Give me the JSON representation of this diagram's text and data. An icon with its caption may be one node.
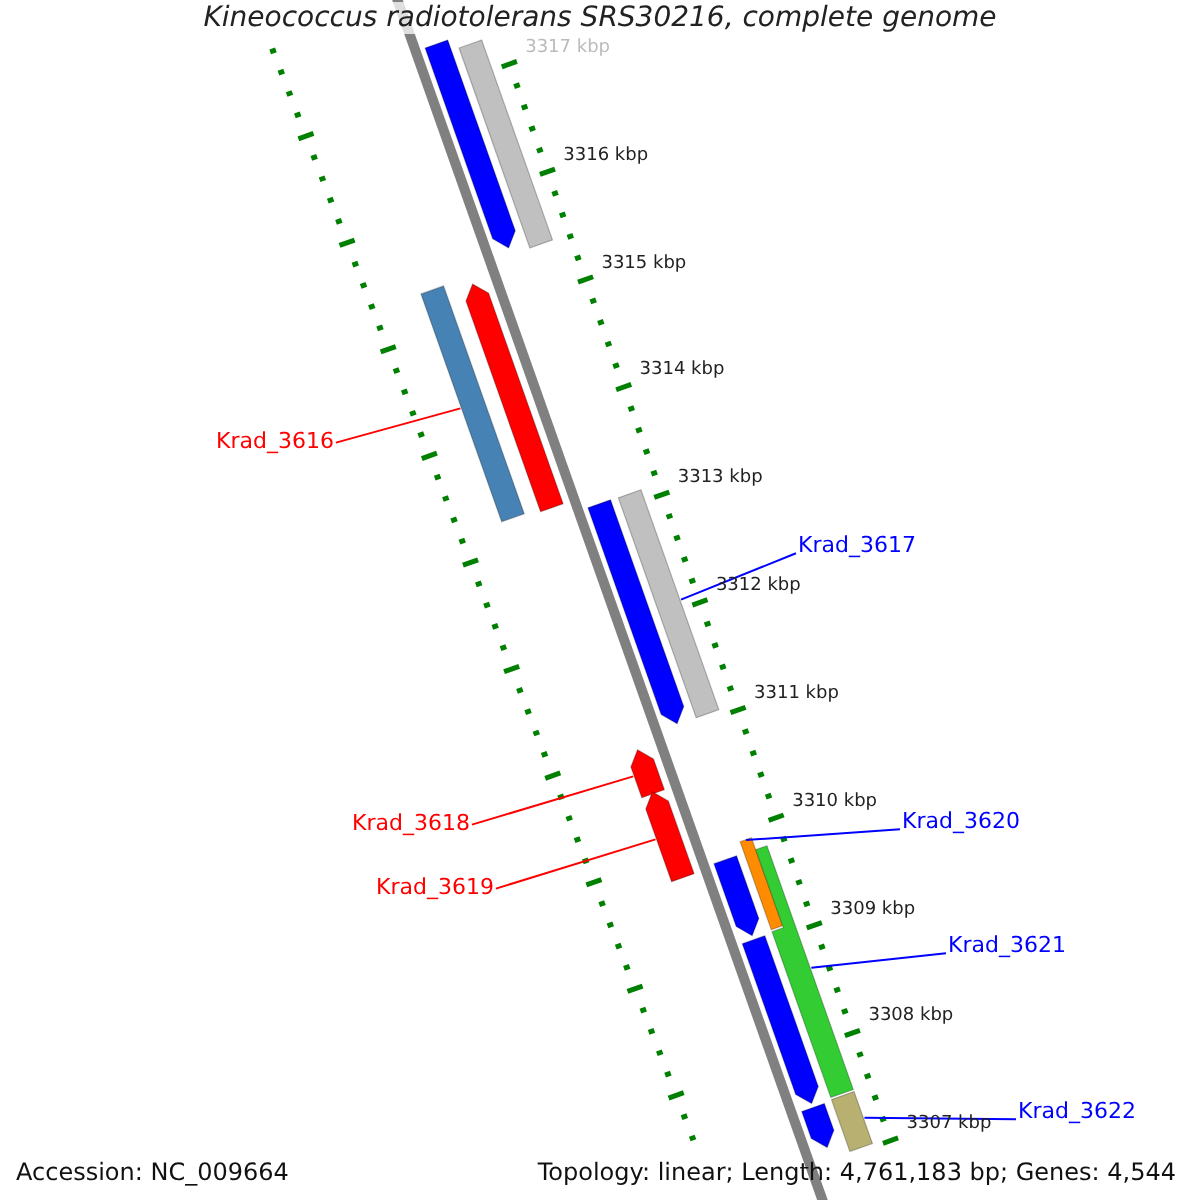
{
  "diagram": {
    "title": "Kineococcus radiotolerans SRS30216, complete genome",
    "nodes": [
      {
        "text": [
          "Krad_3616"
        ]
      },
      {
        "text": [
          "Krad_3617"
        ]
      },
      {
        "text": [
          "Krad_3618"
        ]
      },
      {
        "text": [
          "Krad_3619"
        ]
      },
      {
        "text": [
          "Krad_3620"
        ]
      },
      {
        "text": [
          "Krad_3621"
        ]
      },
      {
        "text": [
          "Krad_3622"
        ]
      },
      {
        "text": [],
        "shape": "bar"
      },
      {
        "text": [],
        "shape": "bar"
      },
      {
        "text": [],
        "shape": "bar"
      },
      {
        "text": [],
        "shape": "bar"
      },
      {
        "text": [],
        "shape": "bar"
      },
      {
        "text": [],
        "shape": "bar"
      },
      {
        "text": [],
        "shape": "bar"
      },
      {
        "text": [],
        "shape": "bar"
      },
      {
        "text": [],
        "shape": "bar"
      },
      {
        "text": [],
        "shape": "bar"
      },
      {
        "text": [],
        "shape": "bar"
      },
      {
        "text": [],
        "shape": "bar"
      },
      {
        "text": [],
        "shape": "bar"
      },
      {
        "text": [],
        "shape": "bar"
      }
    ],
    "edges": [
      {
        "from": 0,
        "to": 9,
        "arrow": "none",
        "color": "#ff0000"
      },
      {
        "from": 1,
        "to": 12,
        "arrow": "none"
      },
      {
        "from": 2,
        "to": 13,
        "arrow": "none",
        "color": "#ff0000"
      },
      {
        "from": 3,
        "to": 14,
        "arrow": "none",
        "color": "#ff0000"
      },
      {
        "from": 4,
        "to": 15,
        "arrow": "none"
      },
      {
        "from": 5,
        "to": 16,
        "arrow": "none"
      },
      {
        "from": 6,
        "to": 20,
        "arrow": "none"
      }
    ],
    "labels": [
      "3317 kbp",
      "3316 kbp",
      "3315 kbp",
      "3314 kbp",
      "3313 kbp",
      "3312 kbp",
      "3311 kbp",
      "3310 kbp",
      "3309 kbp",
      "3308 kbp",
      "3307 kbp",
      "Accession: NC_009664",
      "Topology: linear; Length: 4,761,183 bp; Genes: 4,544"
    ]
  }
}
